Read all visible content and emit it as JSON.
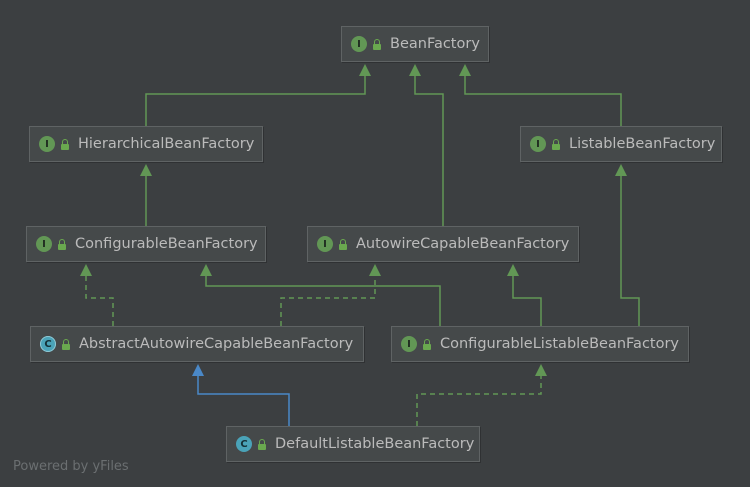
{
  "diagram": {
    "nodes": [
      {
        "id": "bean_factory",
        "label": "BeanFactory",
        "kind": "interface",
        "badge": "I"
      },
      {
        "id": "hierarchical",
        "label": "HierarchicalBeanFactory",
        "kind": "interface",
        "badge": "I"
      },
      {
        "id": "listable",
        "label": "ListableBeanFactory",
        "kind": "interface",
        "badge": "I"
      },
      {
        "id": "configurable",
        "label": "ConfigurableBeanFactory",
        "kind": "interface",
        "badge": "I"
      },
      {
        "id": "autowire_capable",
        "label": "AutowireCapableBeanFactory",
        "kind": "interface",
        "badge": "I"
      },
      {
        "id": "abstract_autowire",
        "label": "AbstractAutowireCapableBeanFactory",
        "kind": "abstract-class",
        "badge": "C"
      },
      {
        "id": "configurable_listable",
        "label": "ConfigurableListableBeanFactory",
        "kind": "interface",
        "badge": "I"
      },
      {
        "id": "default_listable",
        "label": "DefaultListableBeanFactory",
        "kind": "class",
        "badge": "C"
      }
    ],
    "edges": [
      {
        "from": "hierarchical",
        "to": "bean_factory",
        "type": "extends"
      },
      {
        "from": "autowire_capable",
        "to": "bean_factory",
        "type": "extends"
      },
      {
        "from": "listable",
        "to": "bean_factory",
        "type": "extends"
      },
      {
        "from": "configurable",
        "to": "hierarchical",
        "type": "extends"
      },
      {
        "from": "configurable_listable",
        "to": "listable",
        "type": "extends"
      },
      {
        "from": "configurable_listable",
        "to": "configurable",
        "type": "extends"
      },
      {
        "from": "configurable_listable",
        "to": "autowire_capable",
        "type": "extends"
      },
      {
        "from": "abstract_autowire",
        "to": "configurable",
        "type": "implements"
      },
      {
        "from": "abstract_autowire",
        "to": "autowire_capable",
        "type": "implements"
      },
      {
        "from": "default_listable",
        "to": "abstract_autowire",
        "type": "class-extends"
      },
      {
        "from": "default_listable",
        "to": "configurable_listable",
        "type": "implements"
      }
    ],
    "colors": {
      "background": "#3c3f41",
      "interface_edge": "#629755",
      "class_edge": "#4a88c7",
      "node_fill": "#45494a",
      "node_text": "#bbbbbb"
    }
  },
  "watermark": "Powered by yFiles"
}
